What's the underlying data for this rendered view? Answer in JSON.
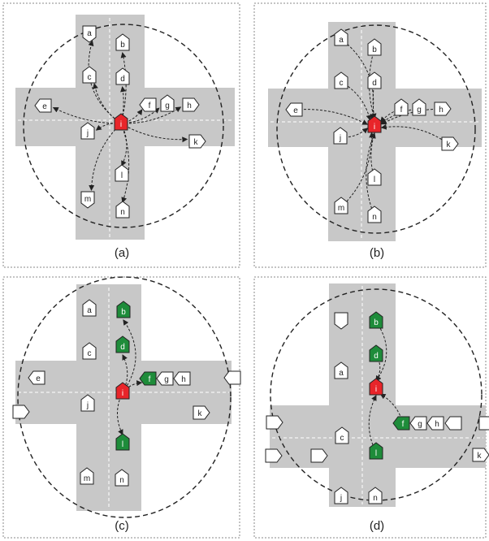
{
  "colors": {
    "road": "#c8c8c8",
    "node_fill": "#ffffff",
    "highlight": "#1e8c3a",
    "center": "#e8252a",
    "frame": "#888888",
    "stroke": "#222222"
  },
  "panels": [
    {
      "caption": "(a)",
      "center_label": "i",
      "nodes": [
        {
          "id": "a",
          "label": "a"
        },
        {
          "id": "b",
          "label": "b"
        },
        {
          "id": "c",
          "label": "c"
        },
        {
          "id": "d",
          "label": "d"
        },
        {
          "id": "e",
          "label": "e"
        },
        {
          "id": "f",
          "label": "f"
        },
        {
          "id": "g",
          "label": "g"
        },
        {
          "id": "h",
          "label": "h"
        },
        {
          "id": "j",
          "label": "j"
        },
        {
          "id": "k",
          "label": "k"
        },
        {
          "id": "l",
          "label": "l"
        },
        {
          "id": "m",
          "label": "m"
        },
        {
          "id": "n",
          "label": "n"
        }
      ],
      "edge_direction": "outgoing",
      "edges": [
        "a",
        "b",
        "c",
        "d",
        "e",
        "f",
        "g",
        "h",
        "j",
        "k",
        "l",
        "m",
        "n"
      ]
    },
    {
      "caption": "(b)",
      "center_label": "i",
      "nodes": [
        {
          "id": "a",
          "label": "a"
        },
        {
          "id": "b",
          "label": "b"
        },
        {
          "id": "c",
          "label": "c"
        },
        {
          "id": "d",
          "label": "d"
        },
        {
          "id": "e",
          "label": "e"
        },
        {
          "id": "f",
          "label": "f"
        },
        {
          "id": "g",
          "label": "g"
        },
        {
          "id": "h",
          "label": "h"
        },
        {
          "id": "j",
          "label": "j"
        },
        {
          "id": "k",
          "label": "k"
        },
        {
          "id": "l",
          "label": "l"
        },
        {
          "id": "m",
          "label": "m"
        },
        {
          "id": "n",
          "label": "n"
        }
      ],
      "edge_direction": "incoming",
      "edges": [
        "a",
        "b",
        "c",
        "d",
        "e",
        "f",
        "g",
        "h",
        "j",
        "k",
        "l",
        "m",
        "n"
      ]
    },
    {
      "caption": "(c)",
      "center_label": "i",
      "nodes": [
        {
          "id": "a",
          "label": "a"
        },
        {
          "id": "b",
          "label": "b",
          "highlight": true
        },
        {
          "id": "c",
          "label": "c"
        },
        {
          "id": "d",
          "label": "d",
          "highlight": true
        },
        {
          "id": "e",
          "label": "e"
        },
        {
          "id": "f",
          "label": "f",
          "highlight": true
        },
        {
          "id": "g",
          "label": "g"
        },
        {
          "id": "h",
          "label": "h"
        },
        {
          "id": "j",
          "label": "j"
        },
        {
          "id": "k",
          "label": "k"
        },
        {
          "id": "l",
          "label": "l",
          "highlight": true
        },
        {
          "id": "m",
          "label": "m"
        },
        {
          "id": "n",
          "label": "n"
        }
      ],
      "edge_direction": "outgoing",
      "edges": [
        "b",
        "d",
        "f",
        "l"
      ]
    },
    {
      "caption": "(d)",
      "center_label": "i",
      "nodes": [
        {
          "id": "a",
          "label": "a"
        },
        {
          "id": "b",
          "label": "b",
          "highlight": true
        },
        {
          "id": "c",
          "label": "c"
        },
        {
          "id": "d",
          "label": "d",
          "highlight": true
        },
        {
          "id": "f",
          "label": "f",
          "highlight": true
        },
        {
          "id": "g",
          "label": "g"
        },
        {
          "id": "h",
          "label": "h"
        },
        {
          "id": "j",
          "label": "j"
        },
        {
          "id": "k",
          "label": "k"
        },
        {
          "id": "l",
          "label": "l",
          "highlight": true
        },
        {
          "id": "n",
          "label": "n"
        }
      ],
      "edge_direction": "incoming",
      "edges": [
        "b",
        "d",
        "f",
        "l"
      ]
    }
  ]
}
